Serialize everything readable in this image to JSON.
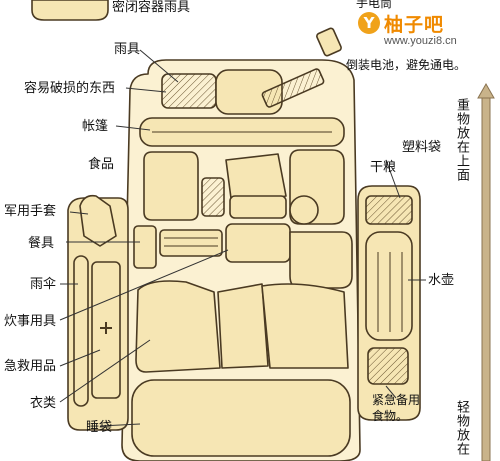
{
  "labels": {
    "sealed_container_rain_gear": "密闭容器雨具",
    "rain_gear": "雨具",
    "fragile_items": "容易破损的东西",
    "tent": "帐篷",
    "food": "食品",
    "military_gloves": "军用手套",
    "tableware": "餐具",
    "umbrella": "雨伞",
    "cooking_utensils": "炊事用具",
    "first_aid": "急救用品",
    "clothing": "衣类",
    "sleeping_bag": "睡袋",
    "flashlight": "手电筒",
    "flashlight_note": "倒装电池，避免通电。",
    "plastic_bag": "塑料袋",
    "dry_food": "干粮",
    "water_bottle": "水壶",
    "emergency_food": "紧急备用食物。",
    "heavy_on_top": "重物放在上面",
    "light_at_bottom": "轻物放在"
  },
  "watermark": {
    "name": "柚子吧",
    "url": "www.youzi8.cn",
    "badge": "Y"
  },
  "colors": {
    "fill": "#f6e6b4",
    "stroke": "#4a3a22",
    "arrow": "#c9b38a"
  }
}
